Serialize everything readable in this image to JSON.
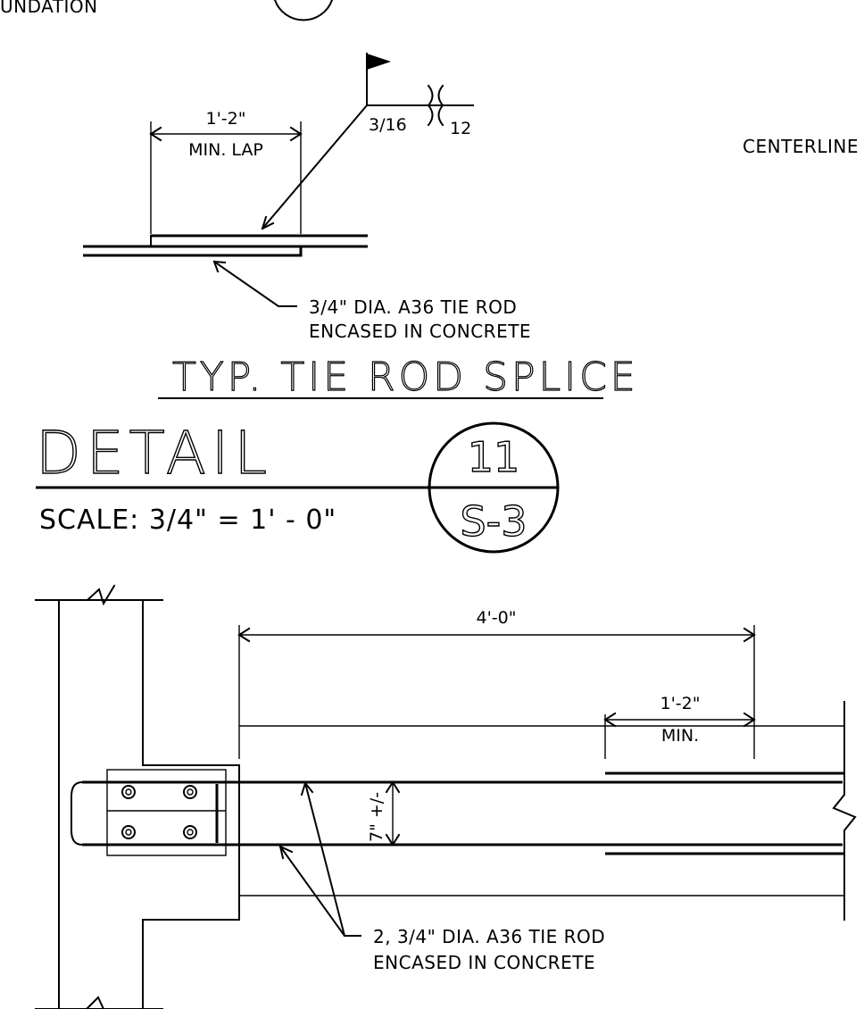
{
  "top_fragment": {
    "text": "UNDATION"
  },
  "side_label": {
    "text": "CENTERLINE"
  },
  "splice": {
    "weld_size": "3/16",
    "weld_pitch": "12",
    "dim_length": "1'-2\"",
    "dim_note": "MIN. LAP",
    "callout_line1": "3/4\" DIA. A36 TIE ROD",
    "callout_line2": "ENCASED IN CONCRETE",
    "title": "TYP. TIE ROD SPLICE"
  },
  "detail_block": {
    "heading": "DETAIL",
    "scale": "SCALE:  3/4\" = 1' - 0\"",
    "number": "11",
    "sheet": "S-3"
  },
  "plan": {
    "dim_overall": "4'-0\"",
    "dim_lap": "1'-2\"",
    "dim_lap_note": "MIN.",
    "rod_spacing": "7\" +/-",
    "callout_line1": "2, 3/4\" DIA. A36 TIE ROD",
    "callout_line2": "ENCASED IN CONCRETE"
  }
}
